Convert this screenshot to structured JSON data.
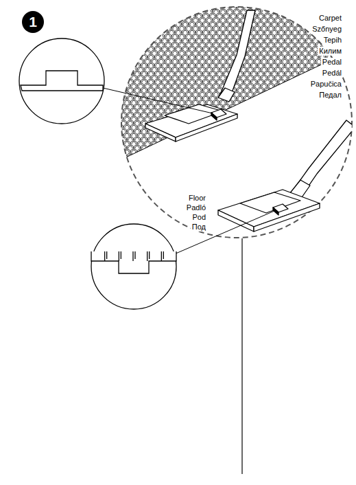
{
  "diagram": {
    "nodes": [
      {
        "text": [
          "1"
        ]
      }
    ],
    "labels": [
      "Carpet",
      "Szőnyeg",
      "Tepih",
      "Килим",
      "Pedal",
      "Pedál",
      "Papučica",
      "Педал",
      "Floor",
      "Padló",
      "Pod",
      "Под"
    ]
  }
}
